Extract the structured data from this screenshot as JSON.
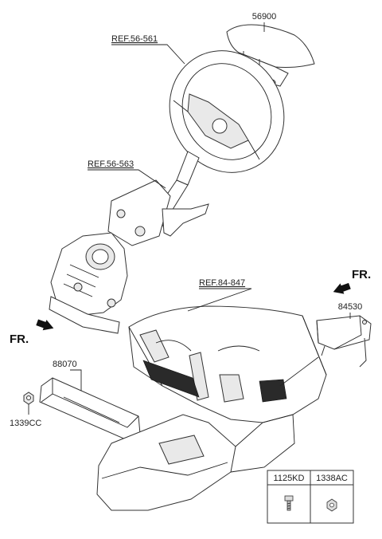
{
  "parts": {
    "airbag_driver": "56900",
    "ref_steering_wheel": "REF.56-561",
    "ref_steering_column": "REF.56-563",
    "ref_crash_pad": "REF.84-847",
    "airbag_passenger": "84530",
    "knee_airbag": "88070",
    "nut": "1339CC"
  },
  "direction": {
    "front_right": "FR.",
    "front_left": "FR."
  },
  "fastener_table": {
    "col1": "1125KD",
    "col2": "1338AC"
  }
}
